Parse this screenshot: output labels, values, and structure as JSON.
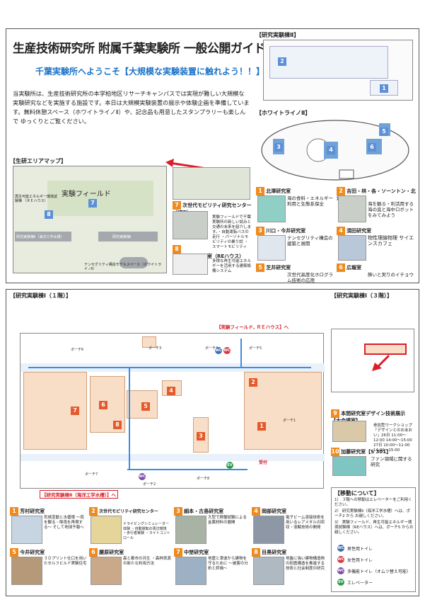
{
  "header": {
    "title": "生産技術研究所 附属千葉実験所 一般公開ガイドマップ",
    "subtitle": "千葉実験所へようこそ【大規模な実験装置に触れよう！！】",
    "intro": "当実験所は、生産技術研究所の本学柏地区リサーチキャンパスでは実現が難しい大規模な実験研究などを実施する施設です。本日は大規模実験装置の展示や体験企画を準備しています。無料休憩スペース（ホワイトライノⅡ）や、記念品も用意したスタンプラリーも楽しんで ゆっくりとご覧ください。"
  },
  "sections": {
    "lab2_title": "【研究実験棟Ⅱ】",
    "white_rhino_title": "【ホワイトライノⅡ】",
    "area_map_title": "【生研エリアマップ】",
    "lab1_floor1_title": "【研究実験棟Ⅰ（１階）】",
    "lab1_floor3_title": "【研究実験棟Ⅰ（３階）】",
    "access_title": "【移動について】"
  },
  "area_map": {
    "field_label": "実験フィールド",
    "re_house_label": "再生可能エネルギー環境試験棟\n（ＲＥハウス）",
    "lab2_marine": "研究実験棟Ⅱ（海洋工学水槽）",
    "lab1_label": "研究実験棟Ⅰ",
    "tensegrity_label": "テンセグリティ構造モデルスペース（ホワイトライノⅡ）"
  },
  "top_exhibits": [
    {
      "num": "1",
      "name": "北澤研究室",
      "desc": "海の食料・エネルギー利用と生態系保全"
    },
    {
      "num": "2",
      "name": "吉田・林・各・ソーントン・北澤研究室",
      "desc": "海を観る・利活用する 海の底と海中ロボットをみてみよう"
    },
    {
      "num": "3",
      "name": "川口・今井研究室",
      "desc": "テンセグリティ構造の建築と展開"
    },
    {
      "num": "4",
      "name": "須田研究室",
      "desc": "物性理論物理 サイエンスカフェ"
    },
    {
      "num": "5",
      "name": "芝井研究室",
      "desc": "次世代高度化ホログラム技術の応用"
    },
    {
      "num": "6",
      "name": "広報室",
      "desc": "飾いと実りのイチョウ"
    },
    {
      "num": "7",
      "name": "次世代モビリティ研究センター（ITS）",
      "desc": "実験フィールドで千葉実験所の新しい試みと交通の未来を紹介します。・自動運転バスの走行 ・パーソナルモビリティの乗り試 ・スマートモビリティ"
    },
    {
      "num": "8",
      "name": "大岡・坂本研究室（REハウス）",
      "desc": "多様な再生可能エネルギーを活用する建築設備システム"
    }
  ],
  "floor_plan": {
    "to_field": "【実験フィールド, ＲＥハウス】へ",
    "to_lab2": "【研究実験棟Ⅱ（海洋工学水槽）】へ",
    "porches": [
      "ポーチ2",
      "ポーチ3",
      "ポーチ4",
      "ポーチ5",
      "ポーチ6",
      "ポーチ1",
      "ポーチ7",
      "ポーチ8"
    ],
    "reception": "受付"
  },
  "floor3": {
    "exhibits": [
      {
        "num": "9",
        "name": "本間研究室デザイン技術展示【大会議室】",
        "desc": "参加型ワークショップ「デザインとのおあおい」26日 11:00〜12:00 14:00〜15:00 27日 10:00〜11:00 14:00〜15:00"
      },
      {
        "num": "10",
        "name": "加藤研究室【S 301】",
        "desc": "ファン領域に関する研究"
      }
    ]
  },
  "bottom_exhibits": [
    {
      "num": "1",
      "name": "芳村研究室",
      "desc": "気候変動と水循環 〜雨を観る・降雨を再現する〜 そして地球予報へ"
    },
    {
      "num": "2",
      "name": "次世代モビリティ研究センター（ITS）",
      "desc": "ドライビングシミュレーター体験 ・自動運転の周辺環境 ・歩行者実験 ・ライトコントロール"
    },
    {
      "num": "3",
      "name": "細本・古島研究室",
      "desc": "大型で稼働試験による金属材料の展開"
    },
    {
      "num": "4",
      "name": "岡部研究室",
      "desc": "電子ビーム溶接技術を用いるレアメタルの回収・溶解技術の開発"
    },
    {
      "num": "5",
      "name": "今井研究室",
      "desc": "３Ｄプリント仕口を用いたセルフビルド実験住宅"
    },
    {
      "num": "6",
      "name": "腰原研究室",
      "desc": "森と都市の共生 ・森林資源の新たな利用方法"
    },
    {
      "num": "7",
      "name": "中埜研究室",
      "desc": "地震と津波から建物を守るために 〜被害の分析と評価〜"
    },
    {
      "num": "8",
      "name": "目黒研究室",
      "desc": "地盤に強い建物構造物の耐震構造を推進する技術と社会制度の研究"
    }
  ],
  "access": {
    "items": [
      "1） ３階への移動はエレベーターをご利用ください。",
      "2） 研究実験棟Ⅱ（海洋工学水槽）へは、ポーチ2 から お越しください。",
      "3） 実験フィールド、再生可能エネルギー環境試験棟（REハウス）へは、ポーチ5 からお越しください。"
    ],
    "legend": [
      {
        "icon": "WC",
        "color": "#3a6fb8",
        "label": "男性用トイレ"
      },
      {
        "icon": "WC",
        "color": "#d8383f",
        "label": "女性用トイレ"
      },
      {
        "icon": "WC",
        "color": "#7a4aa8",
        "label": "多機能トイレ（オムツ替え可能）"
      },
      {
        "icon": "EV",
        "color": "#2f9a4a",
        "label": "エレベーター"
      }
    ]
  },
  "colors": {
    "accent_blue": "#1a73c8",
    "exhibit_orange": "#f9dec7",
    "number_red": "#e45a2c",
    "arrow_blue": "#3a8de0",
    "red_label": "#d8202a"
  }
}
